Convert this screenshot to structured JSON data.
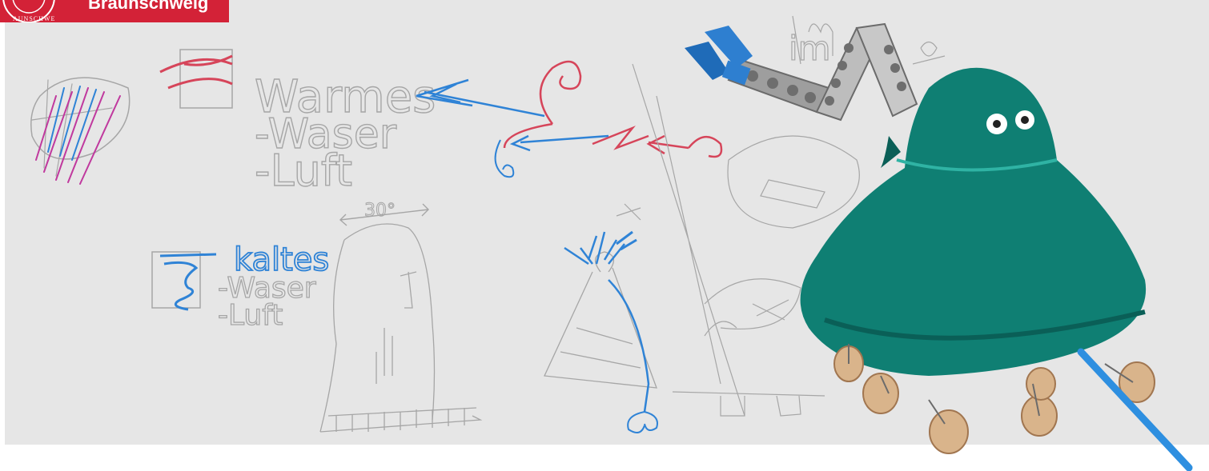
{
  "brand": {
    "name": "Braunschweig",
    "seal_text": "AUNSCHWE"
  },
  "drawing": {
    "label_warm": "Warmes",
    "label_warm_water": "-Waser",
    "label_warm_air": "-Luft",
    "label_cold": "kaltes",
    "label_cold_water": "-Waser",
    "label_cold_air": "-Luft",
    "label_temp": "30°",
    "label_top": "im"
  },
  "colors": {
    "brand_red": "#d32237",
    "board": "#e6e6e6",
    "pencil": "#a6a6a6",
    "blue_pen": "#2f83d6",
    "red_pen": "#d6455a",
    "magenta_pen": "#c0399e",
    "robot_teal": "#0f7f73",
    "robot_teal_dark": "#0a5f57",
    "arm_gray": "#bdbdbd",
    "claw_blue": "#2e7fd0",
    "wheel_wood": "#d9b48b"
  }
}
